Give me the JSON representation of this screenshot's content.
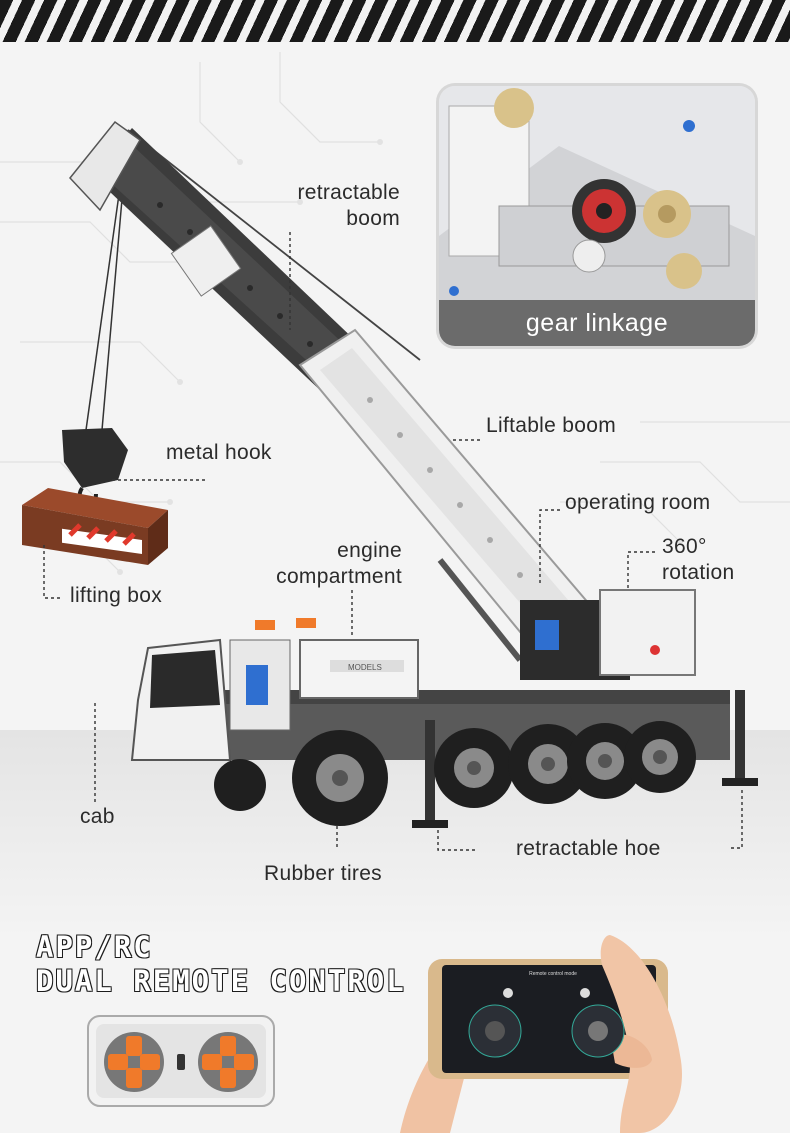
{
  "colors": {
    "stripe_dark": "#1a1a1a",
    "label_text": "#2b2b2b",
    "inset_caption_bg": "#6b6b6b",
    "crane_white": "#eeeeee",
    "crane_dark": "#3a3a3a",
    "accent_orange": "#f07a2a",
    "accent_blue": "#2f6fd0",
    "crate_brown": "#7a3b22"
  },
  "inset": {
    "caption": "gear linkage"
  },
  "labels": {
    "retractable_boom": [
      "retractable",
      "boom"
    ],
    "metal_hook": "metal hook",
    "lifting_box": "lifting box",
    "liftable_boom": "Liftable boom",
    "operating_room": "operating room",
    "engine_compartment": [
      "engine",
      "compartment"
    ],
    "rotation": [
      "360°",
      "rotation"
    ],
    "cab": "cab",
    "rubber_tires": "Rubber tires",
    "retractable_hoe": "retractable hoe"
  },
  "branding": {
    "truck_logo": "MODELS"
  },
  "headline": {
    "line1": "APP/RC",
    "line2": "DUAL REMOTE CONTROL"
  },
  "phone": {
    "screen_title": "Remote control mode"
  },
  "icons": [
    "gear-icon",
    "joystick-icon",
    "remote-control-icon",
    "smartphone-icon"
  ]
}
